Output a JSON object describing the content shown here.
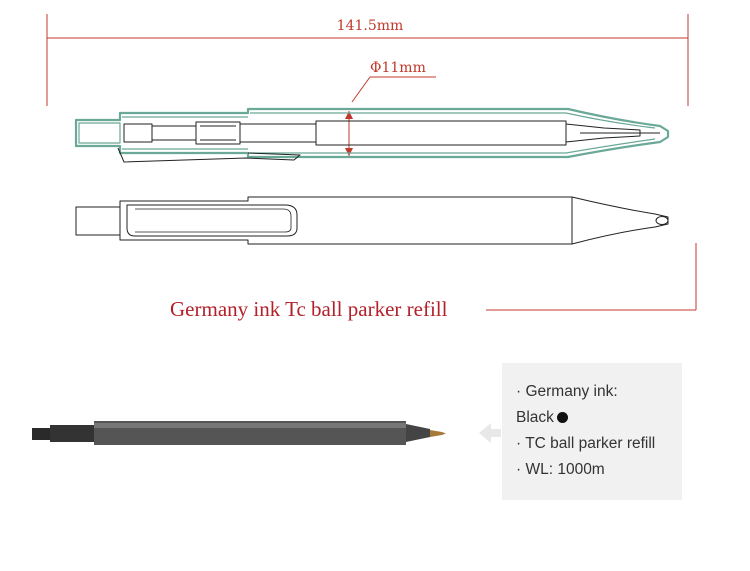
{
  "dimensions": {
    "length": "141.5mm",
    "diameter": "Φ11mm"
  },
  "caption": "Germany ink Tc ball parker refill",
  "info": {
    "lines": [
      "· Germany ink:",
      "Black",
      "· TC ball parker refill",
      "· WL: 1000m"
    ]
  },
  "colors": {
    "dimension_line": "#c0392b",
    "caption": "#b3202a",
    "section_hatch": "#6aa898",
    "outline": "#222222",
    "info_bg": "#f1f1f1"
  }
}
